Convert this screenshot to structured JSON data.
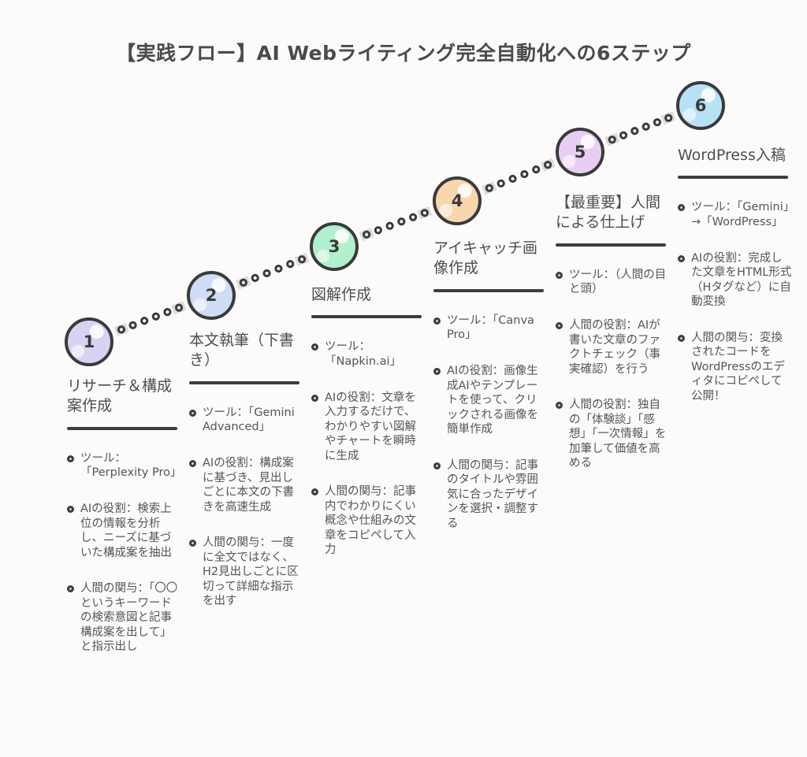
{
  "title": "【実践フロー】AI Webライティング完全自動化への6ステップ",
  "colors": {
    "background": "#fcfbf9",
    "outline": "#3a3a3a",
    "title_text": "#4a4a4a",
    "body_text": "#555555",
    "connector_dot_ring": "#3a3a3a",
    "connector_band": "#dcdcdc"
  },
  "steps": [
    {
      "number": "1",
      "circle_color": "#d9d2f3",
      "title": "リサーチ＆構成案作成",
      "bullets": [
        "ツール：「Perplexity Pro」",
        "AIの役割：検索上位の情報を分析し、ニーズに基づいた構成案を抽出",
        "人間の関与：「〇〇というキーワードの検索意図と記事構成案を出して」と指示出し"
      ]
    },
    {
      "number": "2",
      "circle_color": "#cfdef6",
      "title": "本文執筆（下書き）",
      "bullets": [
        "ツール：「Gemini Advanced」",
        "AIの役割：構成案に基づき、見出しごとに本文の下書きを高速生成",
        "人間の関与：一度に全文ではなく、H2見出しごとに区切って詳細な指示を出す"
      ]
    },
    {
      "number": "3",
      "circle_color": "#b2efcd",
      "title": "図解作成",
      "bullets": [
        "ツール：「Napkin.ai」",
        "AIの役割：文章を入力するだけで、わかりやすい図解やチャートを瞬時に生成",
        "人間の関与：記事内でわかりにくい概念や仕組みの文章をコピペして入力"
      ]
    },
    {
      "number": "4",
      "circle_color": "#f8d6ae",
      "title": "アイキャッチ画像作成",
      "bullets": [
        "ツール：「Canva Pro」",
        "AIの役割：画像生成AIやテンプレートを使って、クリックされる画像を簡単作成",
        "人間の関与：記事のタイトルや雰囲気に合ったデザインを選択・調整する"
      ]
    },
    {
      "number": "5",
      "circle_color": "#e8cef5",
      "title": "【最重要】人間による仕上げ",
      "bullets": [
        "ツール：（人間の目と頭）",
        "人間の役割：AIが書いた文章のファクトチェック（事実確認）を行う",
        "人間の役割：独自の「体験談」「感想」「一次情報」を加筆して価値を高める"
      ]
    },
    {
      "number": "6",
      "circle_color": "#b7e2f6",
      "title": "WordPress入稿",
      "bullets": [
        "ツール：「Gemini」→「WordPress」",
        "AIの役割：完成した文章をHTML形式（Hタグなど）に自動変換",
        "人間の関与：変換されたコードをWordPressのエディタにコピペして公開！"
      ]
    }
  ]
}
